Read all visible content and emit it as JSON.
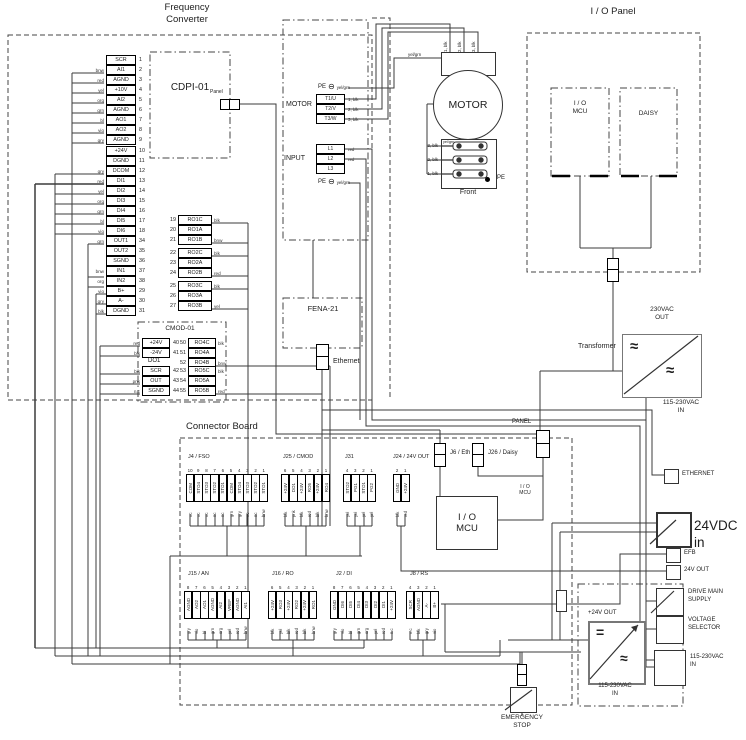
{
  "frequency_converter": {
    "title": "Frequency\nConverter",
    "cdpi": {
      "name": "CDPI-01",
      "panel": "Panel"
    },
    "groupA": [
      {
        "n": "1",
        "l": "SCR",
        "c": ""
      },
      {
        "n": "2",
        "l": "AI1",
        "c": "bnw"
      },
      {
        "n": "3",
        "l": "AGND",
        "c": "red"
      },
      {
        "n": "4",
        "l": "+10V",
        "c": "yel"
      },
      {
        "n": "5",
        "l": "AI2",
        "c": "org"
      },
      {
        "n": "6",
        "l": "AGND",
        "c": "grn"
      },
      {
        "n": "7",
        "l": "AO1",
        "c": "bl"
      },
      {
        "n": "8",
        "l": "AO2",
        "c": "vio"
      },
      {
        "n": "9",
        "l": "AGND",
        "c": "gry"
      }
    ],
    "groupB": [
      {
        "n": "10",
        "l": "+24V",
        "c": ""
      },
      {
        "n": "11",
        "l": "DGND",
        "c": ""
      },
      {
        "n": "12",
        "l": "DCOM",
        "c": "gry"
      }
    ],
    "groupC": [
      {
        "n": "13",
        "l": "DI1",
        "c": "red"
      },
      {
        "n": "14",
        "l": "DI2",
        "c": "yel"
      },
      {
        "n": "15",
        "l": "DI3",
        "c": "org"
      },
      {
        "n": "16",
        "l": "DI4",
        "c": "grn"
      },
      {
        "n": "17",
        "l": "DI5",
        "c": "bl"
      },
      {
        "n": "18",
        "l": "DI6",
        "c": "vio"
      }
    ],
    "groupD": [
      {
        "n": "34",
        "l": "OUT1",
        "c": "grn"
      },
      {
        "n": "35",
        "l": "OUT2",
        "c": ""
      },
      {
        "n": "36",
        "l": "SGND",
        "c": ""
      },
      {
        "n": "37",
        "l": "IN1",
        "c": "bnw"
      },
      {
        "n": "38",
        "l": "IN2",
        "c": "org"
      }
    ],
    "groupE": [
      {
        "n": "29",
        "l": "B+",
        "c": "vio"
      },
      {
        "n": "30",
        "l": "A-",
        "c": "gry"
      },
      {
        "n": "31",
        "l": "DGND",
        "c": "blk"
      }
    ],
    "ro1": [
      {
        "n": "19",
        "l": "RO1C",
        "c": "blk"
      },
      {
        "n": "20",
        "l": "RO1A",
        "c": ""
      },
      {
        "n": "21",
        "l": "RO1B",
        "c": "bnw"
      }
    ],
    "ro2": [
      {
        "n": "22",
        "l": "RO2C",
        "c": "blk"
      },
      {
        "n": "23",
        "l": "RO2A",
        "c": ""
      },
      {
        "n": "24",
        "l": "RO2B",
        "c": "red"
      }
    ],
    "ro3": [
      {
        "n": "25",
        "l": "RO3C",
        "c": "blk"
      },
      {
        "n": "26",
        "l": "RO3A",
        "c": ""
      },
      {
        "n": "27",
        "l": "RO3B",
        "c": "yel"
      }
    ],
    "cmod": {
      "name": "CMOD-01",
      "do1": "DO1",
      "left": [
        {
          "n": "40",
          "l": "+24V",
          "c": "red"
        },
        {
          "n": "41",
          "l": "-24V",
          "c": "blk"
        }
      ],
      "dorows": [
        {
          "n": "42",
          "l": "SCR",
          "c": "blk"
        },
        {
          "n": "43",
          "l": "OUT",
          "c": "pnk"
        },
        {
          "n": "44",
          "l": "SGND",
          "c": "n.c"
        }
      ],
      "ro4": [
        {
          "n": "50",
          "l": "RO4C",
          "c": "blk"
        },
        {
          "n": "51",
          "l": "RO4A",
          "c": ""
        },
        {
          "n": "52",
          "l": "RO4B",
          "c": "bnw"
        }
      ],
      "ro5": [
        {
          "n": "53",
          "l": "RO5C",
          "c": "blk"
        },
        {
          "n": "54",
          "l": "RO5A",
          "c": ""
        },
        {
          "n": "55",
          "l": "RO5B",
          "c": "red"
        }
      ]
    }
  },
  "power_section": {
    "pe_top": {
      "l": "PE",
      "c": "yel/grn"
    },
    "motor_label": "MOTOR",
    "motor_terms": [
      {
        "l": "T1/U",
        "c": "1, blk"
      },
      {
        "l": "T2/V",
        "c": "2, blk"
      },
      {
        "l": "T3/W",
        "c": "3, blk"
      }
    ],
    "input_label": "INPUT",
    "input_terms": [
      {
        "l": "L1",
        "c": "red"
      },
      {
        "l": "L2",
        "c": "red"
      },
      {
        "l": "L3",
        "c": ""
      }
    ],
    "pe_bottom": {
      "l": "PE",
      "c": "yel/grn"
    }
  },
  "motor": {
    "label": "MOTOR",
    "top_wires": [
      "1, blk",
      "2, blk",
      "3, blk"
    ],
    "yelgrn": "yel/grn",
    "front": {
      "label": "Front",
      "pe": "PE",
      "yelgrn": "yel/grn",
      "wires": [
        "3, blk",
        "2, blk",
        "1, blk"
      ]
    }
  },
  "io_panel": {
    "title": "I / O Panel",
    "mcu": "I / O\nMCU",
    "daisy": "DAISY"
  },
  "fena": {
    "name": "FENA-21",
    "ethernet": "Ethernet"
  },
  "transformer": {
    "label": "Transformer",
    "out": "230VAC\nOUT",
    "in": "115-230VAC\nIN"
  },
  "connector_board": {
    "title": "Connector Board",
    "panel": "PANEL",
    "j6": "J6 / Eth",
    "j26": "J26 / Daisy",
    "iomcu_box": "I / O\nMCU",
    "iomcu_label": "I / O\nMCU",
    "j4": {
      "label": "J4 / FSO",
      "pins": [
        {
          "n": "10",
          "l": "COM",
          "c": "nc"
        },
        {
          "n": "9",
          "l": "STO4",
          "c": "nc"
        },
        {
          "n": "8",
          "l": "STO3",
          "c": "nc"
        },
        {
          "n": "7",
          "l": "STO2",
          "c": "nc"
        },
        {
          "n": "6",
          "l": "STO1",
          "c": "nc"
        },
        {
          "n": "5",
          "l": "COM",
          "c": "grn"
        },
        {
          "n": "4",
          "l": "STO4",
          "c": "gry"
        },
        {
          "n": "3",
          "l": "STO3",
          "c": "nc"
        },
        {
          "n": "2",
          "l": "STO2",
          "c": "nc"
        },
        {
          "n": "1",
          "l": "STO1",
          "c": "bnw"
        }
      ]
    },
    "j25": {
      "label": "J25 / CMOD",
      "pins": [
        {
          "n": "6",
          "l": "+24V",
          "c": "blk"
        },
        {
          "n": "5",
          "l": "DO1",
          "c": "pnk"
        },
        {
          "n": "4",
          "l": "+24V",
          "c": "blk"
        },
        {
          "n": "3",
          "l": "RO5",
          "c": "red"
        },
        {
          "n": "2",
          "l": "+24V",
          "c": "blk"
        },
        {
          "n": "1",
          "l": "RO4",
          "c": "bnw"
        }
      ]
    },
    "j31": {
      "label": "J31",
      "pins": [
        {
          "n": "4",
          "l": "STO2",
          "c": "yel"
        },
        {
          "n": "3",
          "l": "PG1",
          "c": "yel"
        },
        {
          "n": "2",
          "l": "STO1",
          "c": "yel"
        },
        {
          "n": "1",
          "l": "PG2",
          "c": "yel"
        }
      ]
    },
    "j24": {
      "label": "J24 / 24V OUT",
      "pins": [
        {
          "n": "2",
          "l": "GND",
          "c": "blk"
        },
        {
          "n": "1",
          "l": "+24V",
          "c": "red"
        }
      ]
    },
    "j15": {
      "label": "J15 / AN",
      "pins": [
        {
          "n": "8",
          "l": "AGND",
          "c": "gry"
        },
        {
          "n": "7",
          "l": "AO2",
          "c": "vio"
        },
        {
          "n": "6",
          "l": "AO1",
          "c": "bl"
        },
        {
          "n": "5",
          "l": "AGND",
          "c": "grn"
        },
        {
          "n": "4",
          "l": "AI2",
          "c": "org"
        },
        {
          "n": "3",
          "l": "VREF",
          "c": "yel"
        },
        {
          "n": "2",
          "l": "AGND",
          "c": "red"
        },
        {
          "n": "1",
          "l": "AI1",
          "c": "bnw"
        }
      ]
    },
    "j16": {
      "label": "J16 / RO",
      "pins": [
        {
          "n": "6",
          "l": "+24V",
          "c": "blk"
        },
        {
          "n": "5",
          "l": "RO3",
          "c": "yel"
        },
        {
          "n": "4",
          "l": "+24V",
          "c": "blk"
        },
        {
          "n": "3",
          "l": "RO2",
          "c": "red"
        },
        {
          "n": "2",
          "l": "+24V",
          "c": "blk"
        },
        {
          "n": "1",
          "l": "RO1",
          "c": "bnw"
        }
      ]
    },
    "j2": {
      "label": "J2 / DI",
      "pins": [
        {
          "n": "8",
          "l": "GND",
          "c": "gry"
        },
        {
          "n": "7",
          "l": "DI6",
          "c": "vio"
        },
        {
          "n": "6",
          "l": "DI5",
          "c": "bl"
        },
        {
          "n": "5",
          "l": "DI4",
          "c": "grn"
        },
        {
          "n": "4",
          "l": "DI3",
          "c": "org"
        },
        {
          "n": "3",
          "l": "DI2",
          "c": "yel"
        },
        {
          "n": "2",
          "l": "DI1",
          "c": "red"
        },
        {
          "n": "1",
          "l": "+24V",
          "c": "n.c"
        }
      ]
    },
    "j8": {
      "label": "J8 / RS",
      "pins": [
        {
          "n": "4",
          "l": "SCR",
          "c": "n.c"
        },
        {
          "n": "3",
          "l": "AGND",
          "c": "blk"
        },
        {
          "n": "2",
          "l": "A-",
          "c": "gry"
        },
        {
          "n": "1",
          "l": "B+",
          "c": "vio"
        }
      ]
    }
  },
  "right_panel": {
    "ethernet": "ETHERNET",
    "dc24in": "24VDC in",
    "efb": "EFB",
    "out24": "24V OUT",
    "drive_main": "DRIVE MAIN\nSUPPLY",
    "voltage_selector": "VOLTAGE\nSELECTOR",
    "vac_in": "115-230VAC\nIN"
  },
  "psu": {
    "out": "+24V OUT",
    "in": "115-230VAC\nIN"
  },
  "estop": "EMERGENCY\nSTOP"
}
